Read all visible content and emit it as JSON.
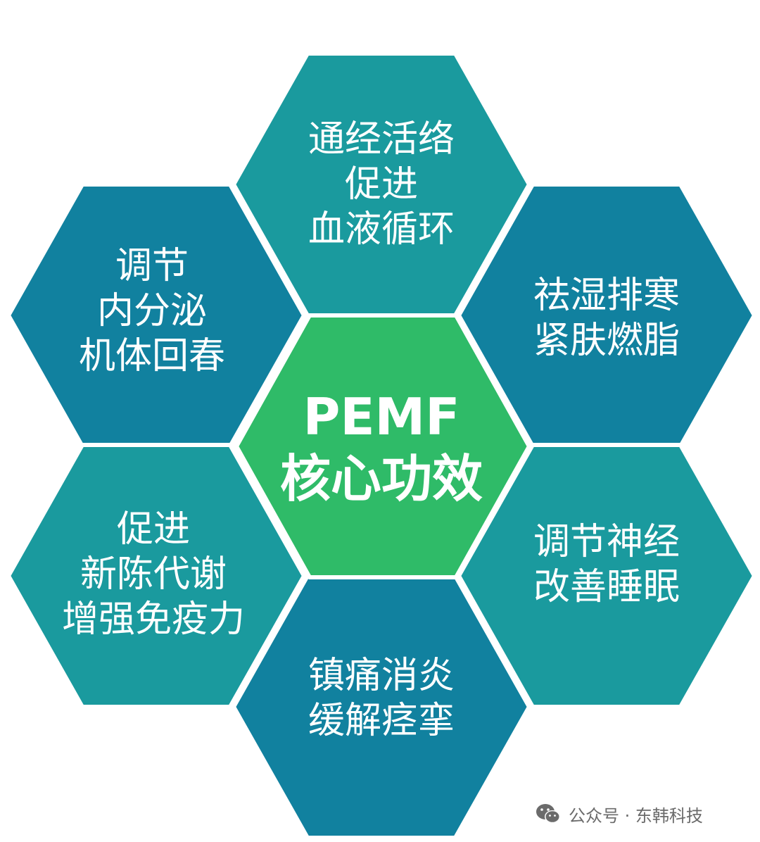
{
  "colors": {
    "teal": "#1a9a9e",
    "blue": "#11819f",
    "green": "#2fbb68",
    "border": "#ffffff",
    "watermark": "#6b6b6b"
  },
  "center": {
    "line1": "PEMF",
    "line2": "核心功效"
  },
  "hexagons": [
    {
      "id": "top",
      "color": "teal",
      "lines": [
        "通经活络",
        "促进",
        "血液循环"
      ]
    },
    {
      "id": "upper-left",
      "color": "blue",
      "lines": [
        "调节",
        "内分泌",
        "机体回春"
      ]
    },
    {
      "id": "upper-right",
      "color": "blue",
      "lines": [
        "祛湿排寒",
        "紧肤燃脂"
      ]
    },
    {
      "id": "lower-left",
      "color": "teal",
      "lines": [
        "促进",
        "新陈代谢",
        "增强免疫力"
      ]
    },
    {
      "id": "lower-right",
      "color": "teal",
      "lines": [
        "调节神经",
        "改善睡眠"
      ]
    },
    {
      "id": "bottom",
      "color": "blue",
      "lines": [
        "镇痛消炎",
        "缓解痉挛"
      ]
    }
  ],
  "watermark": {
    "icon": "wechat-icon",
    "text": "公众号 · 东韩科技"
  }
}
